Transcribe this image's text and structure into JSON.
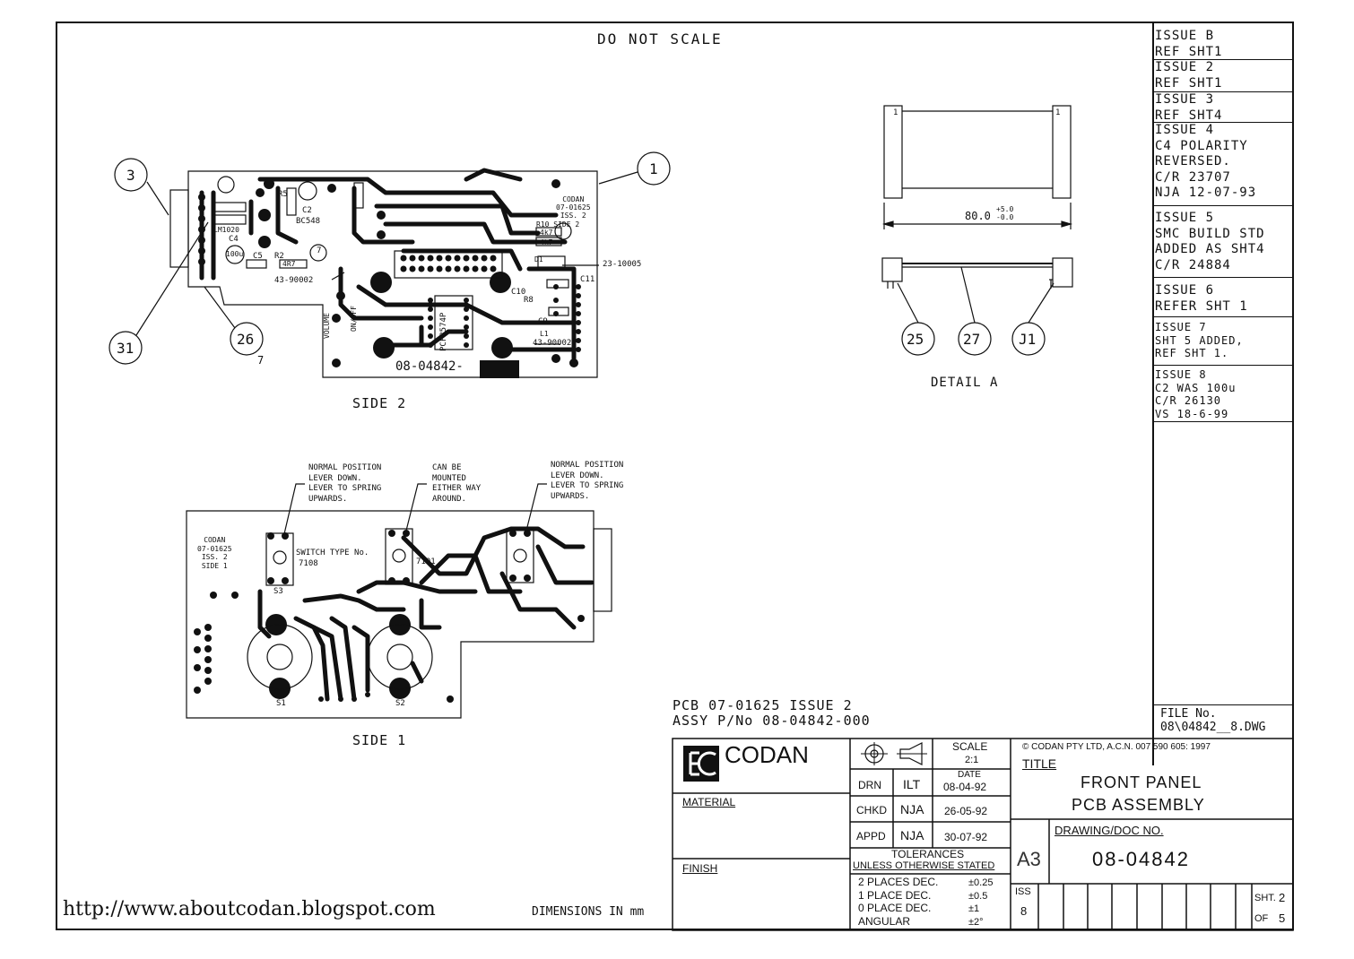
{
  "header": {
    "note": "DO NOT SCALE"
  },
  "issues": [
    {
      "lines": [
        "ISSUE B",
        "REF SHT1"
      ]
    },
    {
      "lines": [
        "ISSUE 2",
        "REF SHT1"
      ]
    },
    {
      "lines": [
        "ISSUE 3",
        "REF SHT4"
      ]
    },
    {
      "lines": [
        "ISSUE 4",
        "C4 POLARITY",
        "REVERSED.",
        "C/R 23707",
        "NJA 12-07-93"
      ]
    },
    {
      "lines": [
        "ISSUE 5",
        "SMC BUILD STD",
        "ADDED AS SHT4",
        "C/R 24884"
      ]
    },
    {
      "lines": [
        "ISSUE 6",
        "REFER SHT 1"
      ]
    },
    {
      "lines": [
        "ISSUE 7",
        "SHT 5 ADDED,",
        "REF SHT 1."
      ]
    },
    {
      "lines": [
        "ISSUE 8",
        "C2 WAS 100u",
        "C/R 26130",
        "VS 18-6-99"
      ]
    }
  ],
  "file": {
    "label": "FILE No.",
    "value": "08\\04842__8.DWG"
  },
  "side2": {
    "caption": "SIDE 2",
    "board_label": "08-04842-",
    "silk": [
      "CODAN",
      "07-01625",
      "ISS. 2",
      "R10 SIDE 2"
    ],
    "part_refs": [
      "23-10005",
      "43-90002",
      "43-90002"
    ],
    "components": [
      "BC548",
      "PCF8574P",
      "VOLUME",
      "ON/OFF",
      "C2",
      "C4",
      "C5",
      "C9",
      "C10",
      "C11",
      "R2",
      "R5",
      "R8",
      "4k7",
      "4k7",
      "4R7",
      "100u",
      "LM1020",
      "D1",
      "L1",
      "7"
    ],
    "balloons": [
      "3",
      "1",
      "31",
      "26"
    ],
    "balloon_sub": "7"
  },
  "detail": {
    "caption": "DETAIL A",
    "dimension": "80.0",
    "tol_plus": "+5.0",
    "tol_minus": "-0.0",
    "pin": "1",
    "balloons": [
      "25",
      "27",
      "J1"
    ]
  },
  "side1": {
    "caption": "SIDE 1",
    "notes": [
      [
        "NORMAL POSITION",
        "LEVER DOWN.",
        "LEVER TO SPRING",
        "UPWARDS."
      ],
      [
        "CAN BE",
        "MOUNTED",
        "EITHER WAY",
        "AROUND."
      ],
      [
        "NORMAL POSITION",
        "LEVER DOWN.",
        "LEVER TO SPRING",
        "UPWARDS."
      ]
    ],
    "silk": [
      "CODAN",
      "07-01625",
      "ISS. 2",
      "SIDE 1"
    ],
    "switch_label": "SWITCH TYPE No.",
    "switch_codes": [
      "7108",
      "7101"
    ],
    "refs": [
      "S3",
      "S1",
      "S2"
    ]
  },
  "pcb_info": [
    "PCB 07-01625 ISSUE 2",
    "ASSY P/No 08-04842-000"
  ],
  "url": "http://www.aboutcodan.blogspot.com",
  "dimensions_note": "DIMENSIONS IN mm",
  "title_block": {
    "logo": "CODAN",
    "material_label": "MATERIAL",
    "finish_label": "FINISH",
    "scale_label": "SCALE",
    "scale_value": "2:1",
    "date_label": "DATE",
    "approvals": [
      {
        "role": "DRN",
        "initials": "ILT",
        "date": "08-04-92"
      },
      {
        "role": "CHKD",
        "initials": "NJA",
        "date": "26-05-92"
      },
      {
        "role": "APPD",
        "initials": "NJA",
        "date": "30-07-92"
      }
    ],
    "tolerances_label": "TOLERANCES",
    "tolerances_sub": "UNLESS OTHERWISE STATED",
    "tolerances": [
      {
        "label": "2 PLACES DEC.",
        "value": "±0.25"
      },
      {
        "label": "1 PLACE DEC.",
        "value": "±0.5"
      },
      {
        "label": "0 PLACE DEC.",
        "value": "±1"
      },
      {
        "label": "ANGULAR",
        "value": "±2°"
      }
    ],
    "copyright": "© CODAN  PTY LTD, A.C.N. 007 590 605:  1997",
    "title_label": "TITLE",
    "title_line1": "FRONT PANEL",
    "title_line2": "PCB ASSEMBLY",
    "size": "A3",
    "drawing_label": "DRAWING/DOC NO.",
    "drawing_no": "08-04842",
    "iss_label": "ISS",
    "iss_value": "8",
    "sht_label": "SHT.",
    "sht_value": "2",
    "of_label": "OF",
    "of_value": "5"
  }
}
